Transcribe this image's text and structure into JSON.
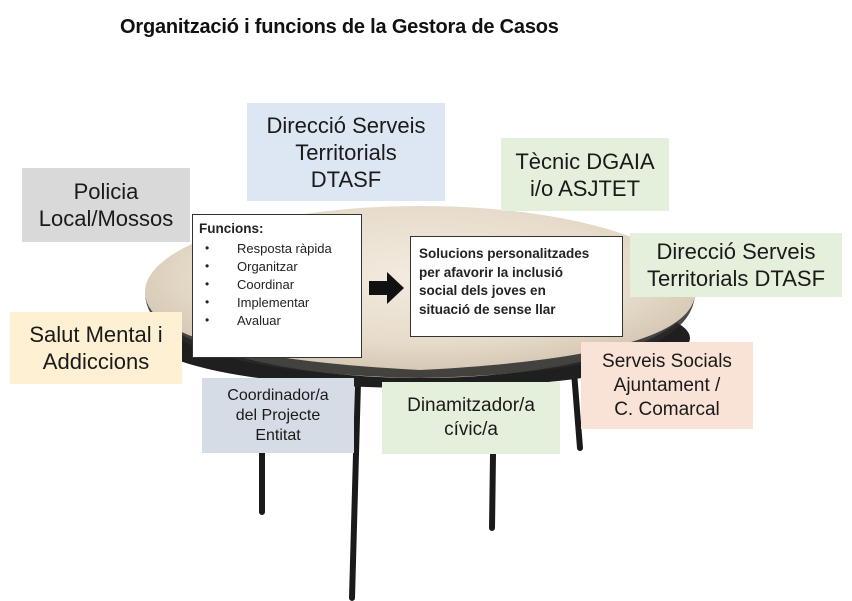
{
  "title": "Organització i funcions de la Gestora de Casos",
  "boxes": {
    "direccio_top": [
      "Direcció Serveis",
      "Territorials",
      "DTASF"
    ],
    "tecnic": [
      "Tècnic DGAIA",
      "i/o ASJTET"
    ],
    "policia": [
      "Policia",
      "Local/Mossos"
    ],
    "direccio_right": [
      "Direcció Serveis",
      "Territorials DTASF"
    ],
    "salut": [
      "Salut Mental i",
      "Addiccions"
    ],
    "serveis_socials": [
      "Serveis Socials",
      "Ajuntament /",
      "C. Comarcal"
    ],
    "coordinador": [
      "Coordinador/a",
      "del Projecte",
      "Entitat"
    ],
    "dinamitzador": [
      "Dinamitzador/a",
      "cívic/a"
    ]
  },
  "funcions": {
    "heading": "Funcions:",
    "items": [
      "Resposta ràpida",
      "Organitzar",
      "Coordinar",
      "Implementar",
      "Avaluar"
    ],
    "bullet": "•"
  },
  "solucions": [
    "Solucions personalitzades",
    "per afavorir la inclusió",
    "social dels joves en",
    "situació de sense llar"
  ],
  "colors": {
    "blue": "#dde6f3",
    "green": "#e5f0dc",
    "gray": "#d9d9d9",
    "yellow": "#fdf0d3",
    "peach": "#f9e2d6",
    "slate": "#d6dce5",
    "table_top": "#e8dfd0",
    "table_leg": "#1a1a1a"
  },
  "icons": [
    "arrow-right-icon",
    "table-illustration"
  ]
}
